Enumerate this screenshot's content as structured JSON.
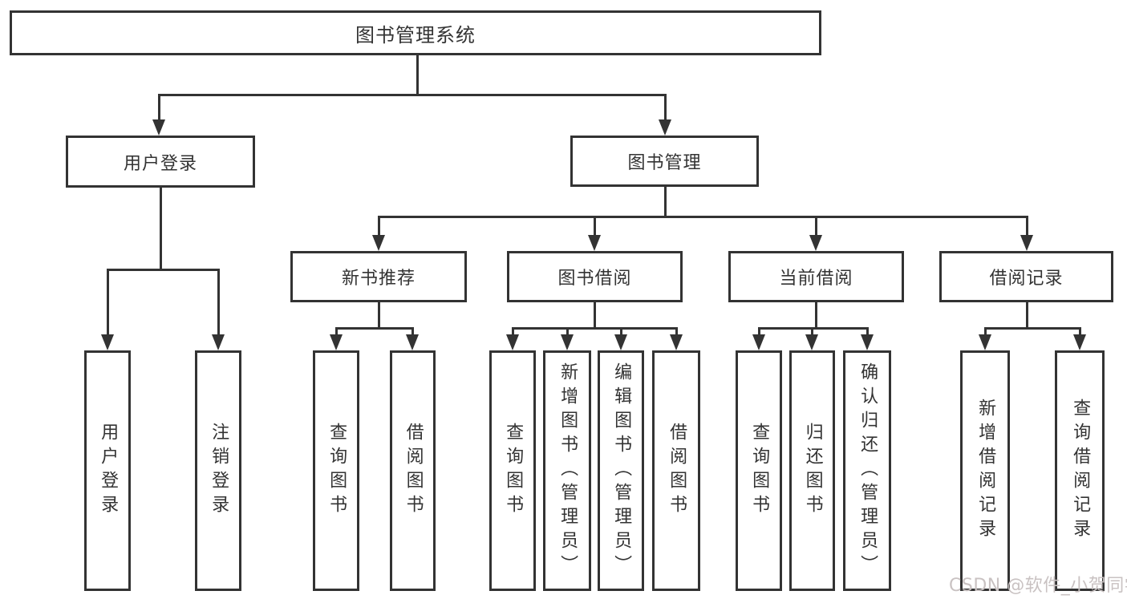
{
  "colors": {
    "line": "#333333",
    "text": "#333333",
    "box_background": "#ffffff",
    "page_background": "#ffffff",
    "watermark": "#c9c2c2"
  },
  "watermark": {
    "text": "CSDN @软件_小贺同学"
  },
  "nodes": {
    "root": {
      "label": "图书管理系统"
    },
    "user_login": {
      "label": "用户登录"
    },
    "book_management": {
      "label": "图书管理"
    },
    "new_book_recommend": {
      "label": "新书推荐"
    },
    "book_borrowing": {
      "label": "图书借阅"
    },
    "current_borrowing": {
      "label": "当前借阅"
    },
    "borrowing_records": {
      "label": "借阅记录"
    },
    "leaf_user_login": {
      "label": "用户登录"
    },
    "leaf_logout": {
      "label": "注销登录"
    },
    "leaf_rec_query_books": {
      "label": "查询图书"
    },
    "leaf_rec_borrow_books": {
      "label": "借阅图书"
    },
    "leaf_bor_query_books": {
      "label": "查询图书"
    },
    "leaf_bor_add_books": {
      "label": "新增图书（管理员）"
    },
    "leaf_bor_edit_books": {
      "label": "编辑图书（管理员）"
    },
    "leaf_bor_borrow_books": {
      "label": "借阅图书"
    },
    "leaf_cur_query_books": {
      "label": "查询图书"
    },
    "leaf_cur_return_books": {
      "label": "归还图书"
    },
    "leaf_cur_confirm_return": {
      "label": "确认归还（管理员）"
    },
    "leaf_records_add": {
      "label": "新增借阅记录"
    },
    "leaf_records_query": {
      "label": "查询借阅记录"
    }
  }
}
